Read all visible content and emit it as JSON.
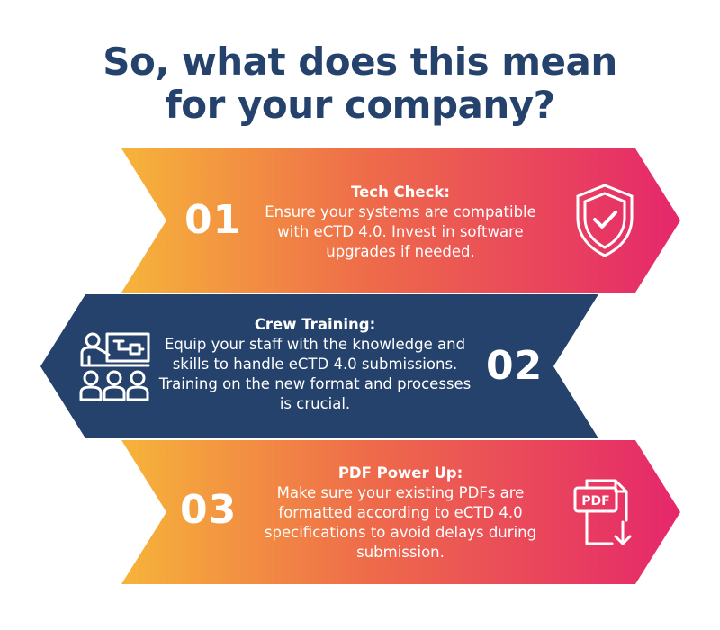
{
  "title": {
    "line1": "So, what does this mean",
    "line2": "for your company?"
  },
  "colors": {
    "title": "#24426b",
    "navy": "#24426b",
    "gradient_start": "#f6b43a",
    "gradient_end": "#e5276b"
  },
  "steps": [
    {
      "number": "01",
      "heading": "Tech Check:",
      "body": "Ensure your systems are compatible with eCTD 4.0. Invest in software upgrades if needed.",
      "icon": "shield-check-icon"
    },
    {
      "number": "02",
      "heading": "Crew Training:",
      "body": "Equip your staff with the knowledge and skills to handle eCTD 4.0 submissions. Training on the new format and processes is crucial.",
      "icon": "presentation-training-icon"
    },
    {
      "number": "03",
      "heading": "PDF Power Up:",
      "body": "Make sure your existing PDFs are formatted according to eCTD 4.0 specifications to avoid delays during submission.",
      "icon": "pdf-download-icon",
      "icon_label": "PDF"
    }
  ]
}
